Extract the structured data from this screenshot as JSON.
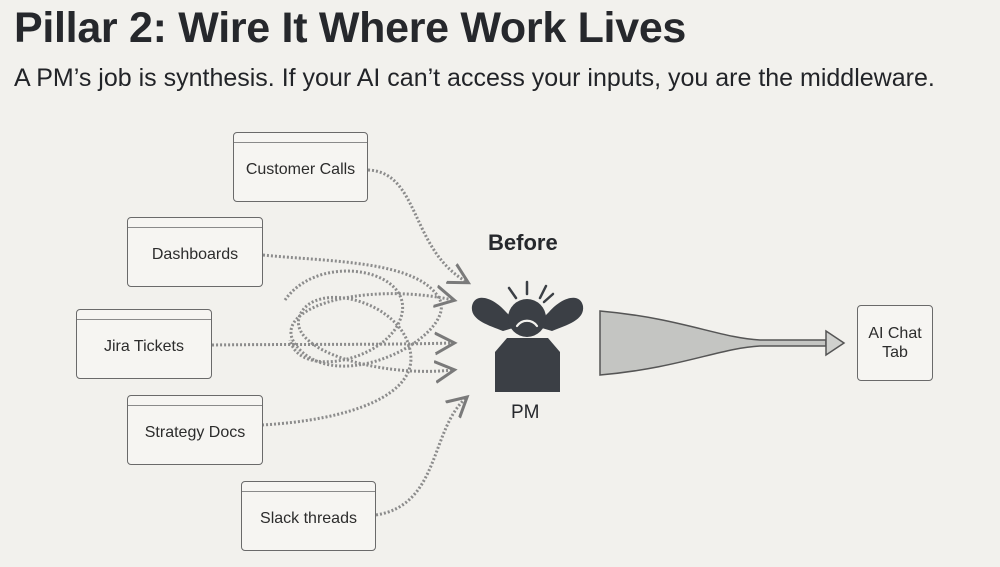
{
  "title": "Pillar 2: Wire It Where Work Lives",
  "subtitle": "A PM’s job is synthesis. If your AI can’t access your inputs, you are the middleware.",
  "sources": [
    {
      "label": "Customer Calls"
    },
    {
      "label": "Dashboards"
    },
    {
      "label": "Jira Tickets"
    },
    {
      "label": "Strategy Docs"
    },
    {
      "label": "Slack threads"
    }
  ],
  "before_label": "Before",
  "pm_label": "PM",
  "target": {
    "line1": "AI Chat",
    "line2": "Tab"
  },
  "icons": {
    "pm": "stressed-person-icon"
  },
  "colors": {
    "background": "#f2f1ed",
    "figure": "#3b3f45",
    "funnel": "#c4c5c2"
  }
}
